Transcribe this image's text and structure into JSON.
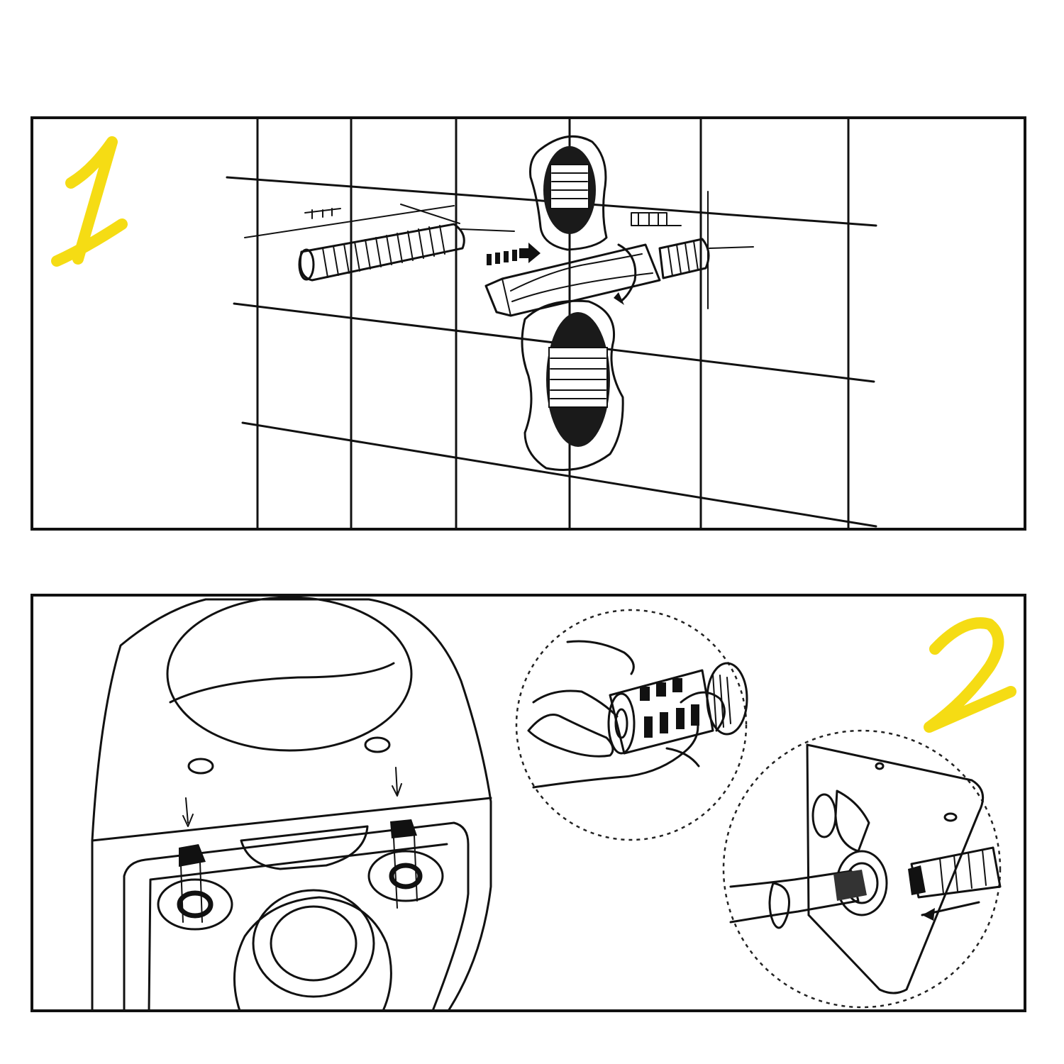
{
  "colors": {
    "accent": "#f5dc14",
    "line": "#111111",
    "background": "#ffffff"
  },
  "panels": [
    {
      "step_label": "1",
      "scene": "wall-tile-bolt-anchor-insertion",
      "icons": [
        "wall-anchor-icon",
        "threaded-bolt-icon",
        "insert-arrow-icon",
        "rotate-arrow-icon",
        "wall-opening-icon"
      ]
    },
    {
      "step_label": "2",
      "scene": "toilet-base-bolt-mounting",
      "icons": [
        "toilet-base-icon",
        "mounting-bolt-icon",
        "detail-hand-tighten-icon",
        "detail-wrench-tighten-icon"
      ]
    }
  ]
}
